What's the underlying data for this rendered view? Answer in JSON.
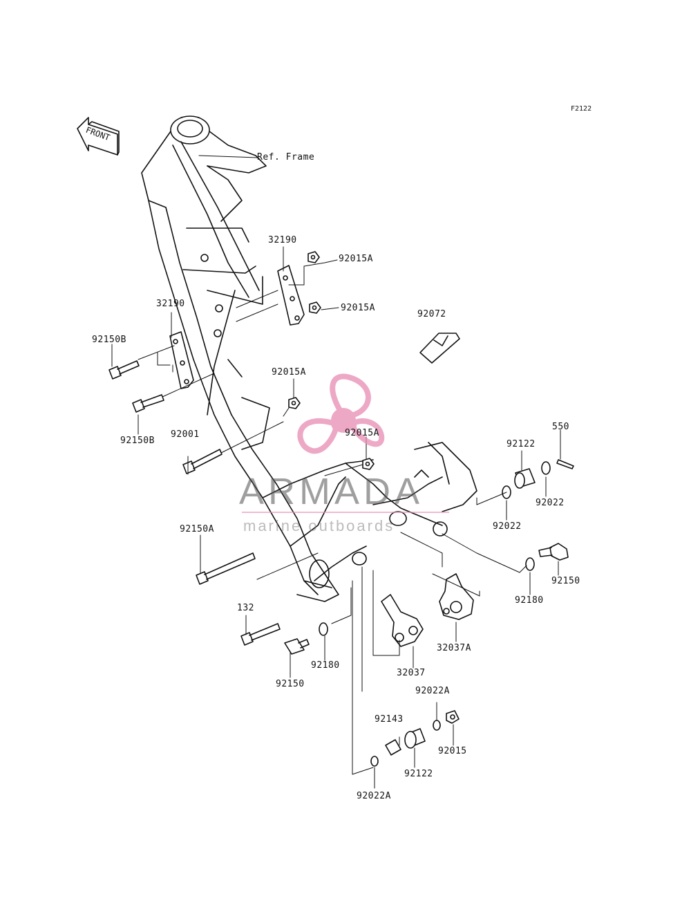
{
  "diagram_code": "F2122",
  "front_label": "FRONT",
  "watermark": {
    "title": "ARMADA",
    "subtitle": "marine outboards",
    "accent": "#e88cb4"
  },
  "labels": {
    "ref_frame": "Ref. Frame",
    "p32190_top": "32190",
    "p92015A_1": "92015A",
    "p92015A_2": "92015A",
    "p32190_left": "32190",
    "p92150B_1": "92150B",
    "p92150B_2": "92150B",
    "p92072": "92072",
    "p92015A_3": "92015A",
    "p92015A_4": "92015A",
    "p92001": "92001",
    "p550": "550",
    "p92122_1": "92122",
    "p92022_1": "92022",
    "p92022_2": "92022",
    "p92150A": "92150A",
    "p92150_1": "92150",
    "p92180_1": "92180",
    "p132": "132",
    "p92180_2": "92180",
    "p32037A": "32037A",
    "p32037": "32037",
    "p92150_2": "92150",
    "p92022A_1": "92022A",
    "p92143": "92143",
    "p92015": "92015",
    "p92122_2": "92122",
    "p92022A_2": "92022A"
  }
}
